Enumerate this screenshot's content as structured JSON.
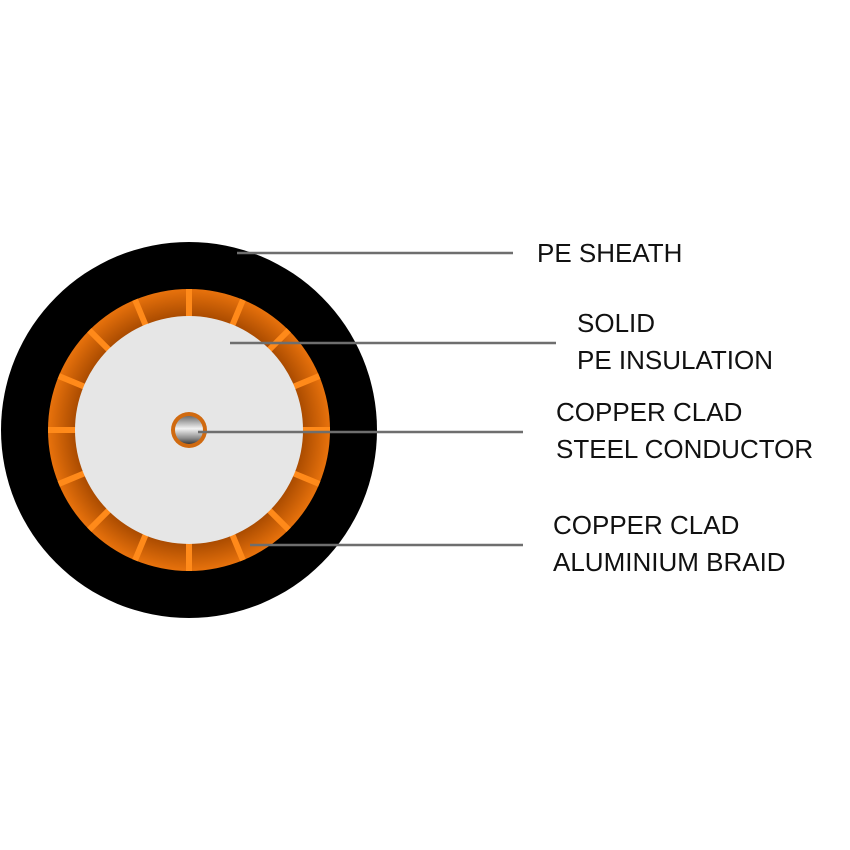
{
  "labels": {
    "sheath": [
      "PE SHEATH"
    ],
    "insulation": [
      "SOLID",
      "PE INSULATION"
    ],
    "conductor": [
      "COPPER CLAD",
      "STEEL CONDUCTOR"
    ],
    "braid": [
      "COPPER CLAD",
      "ALUMINIUM BRAID"
    ]
  },
  "colors": {
    "sheath": "#000000",
    "braid_dark": "#b85400",
    "braid_light": "#ff8a1a",
    "insulation": "#e6e6e6",
    "conductor_core": "#b0b0b0",
    "leader_line": "#6e6e6e"
  }
}
